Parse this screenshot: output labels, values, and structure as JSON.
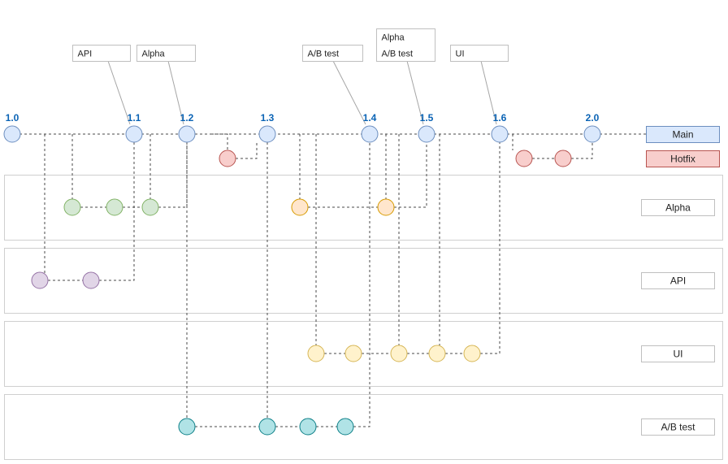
{
  "colors": {
    "main": {
      "fill": "#dae8fc",
      "stroke": "#6c8ebf"
    },
    "hotfix": {
      "fill": "#f8cecc",
      "stroke": "#b85450"
    },
    "alpha": {
      "fill": "#d5e8d4",
      "stroke": "#82b366"
    },
    "api": {
      "fill": "#e1d5e7",
      "stroke": "#9673a6"
    },
    "ui": {
      "fill": "#fff2cc",
      "stroke": "#d6b656"
    },
    "abtest": {
      "fill": "#b0e3e6",
      "stroke": "#0e8088"
    },
    "version_label": "#0a63b5"
  },
  "legend": {
    "main": "Main",
    "hotfix": "Hotfix"
  },
  "lanes": {
    "alpha": "Alpha",
    "api": "API",
    "ui": "UI",
    "abtest": "A/B test"
  },
  "versions": {
    "v10": "1.0",
    "v11": "1.1",
    "v12": "1.2",
    "v13": "1.3",
    "v14": "1.4",
    "v15": "1.5",
    "v16": "1.6",
    "v20": "2.0"
  },
  "callouts": {
    "v11": [
      "API"
    ],
    "v12": [
      "Alpha"
    ],
    "v14": [
      "A/B test"
    ],
    "v15": [
      "Alpha",
      "A/B test"
    ],
    "v16": [
      "UI"
    ]
  }
}
